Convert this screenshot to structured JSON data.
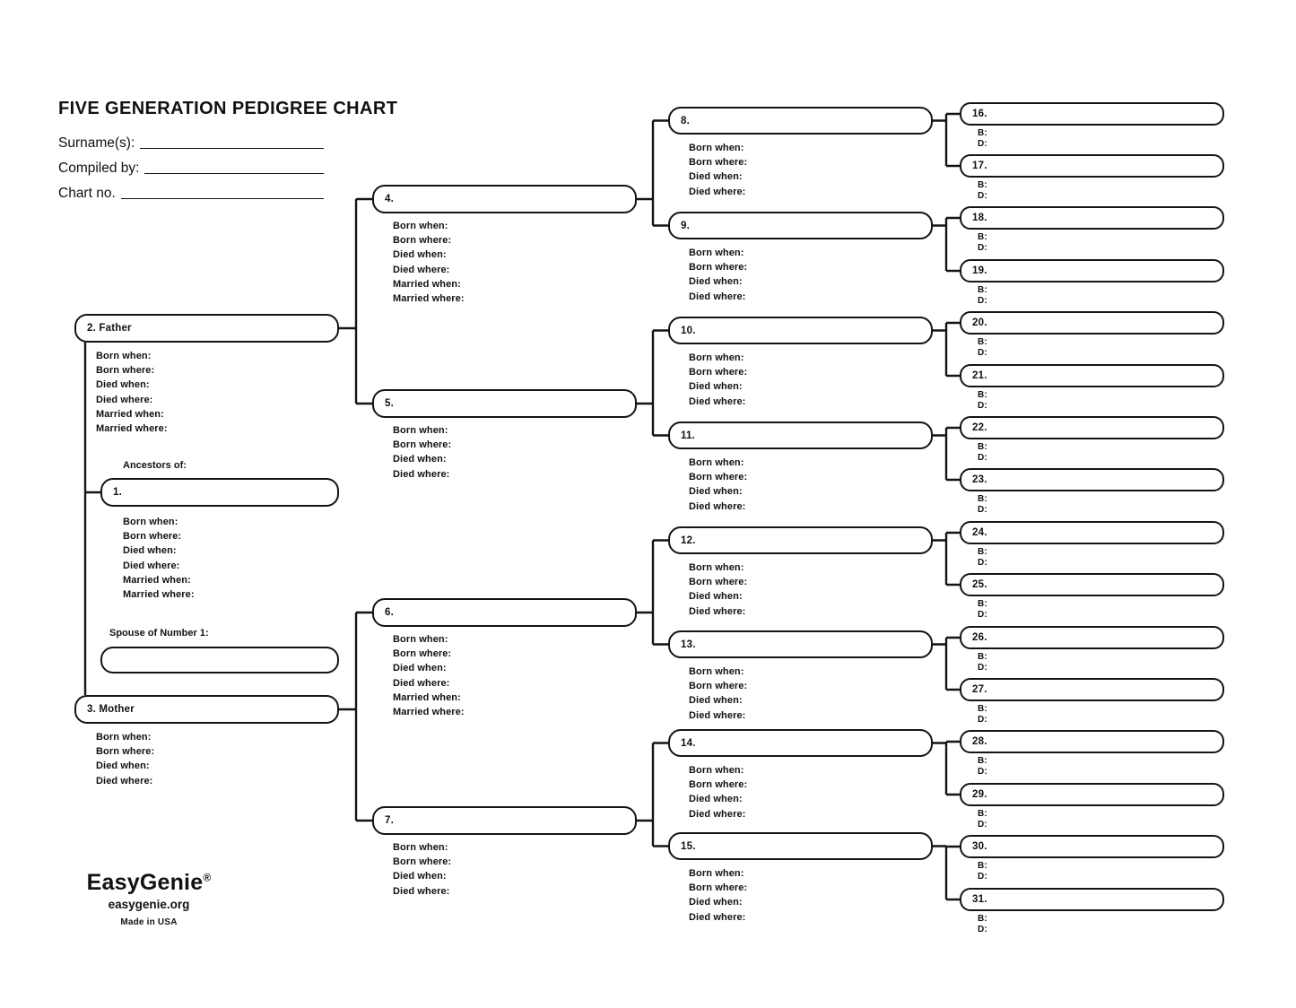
{
  "title": "FIVE GENERATION PEDIGREE CHART",
  "header_fields": [
    {
      "label": "Surname(s):"
    },
    {
      "label": "Compiled by:"
    },
    {
      "label": "Chart no."
    }
  ],
  "labels": {
    "ancestors_of": "Ancestors of:",
    "spouse_of": "Spouse of Number 1:"
  },
  "footer": {
    "brand": "EasyGenie",
    "registered_mark": "®",
    "site": "easygenie.org",
    "made_in": "Made in USA"
  },
  "colors": {
    "ink": "#141414",
    "background": "#ffffff"
  },
  "persons": {
    "1": {
      "label": "1.",
      "details": [
        "Born when:",
        "Born where:",
        "Died when:",
        "Died where:",
        "Married when:",
        "Married where:"
      ]
    },
    "spouse": {
      "label": "",
      "details": []
    },
    "2": {
      "label": "2. Father",
      "details": [
        "Born when:",
        "Born where:",
        "Died when:",
        "Died where:",
        "Married when:",
        "Married where:"
      ]
    },
    "3": {
      "label": "3. Mother",
      "details": [
        "Born when:",
        "Born where:",
        "Died when:",
        "Died where:"
      ]
    },
    "4": {
      "label": "4.",
      "details": [
        "Born when:",
        "Born where:",
        "Died when:",
        "Died where:",
        "Married when:",
        "Married where:"
      ]
    },
    "5": {
      "label": "5.",
      "details": [
        "Born when:",
        "Born where:",
        "Died when:",
        "Died where:"
      ]
    },
    "6": {
      "label": "6.",
      "details": [
        "Born when:",
        "Born where:",
        "Died when:",
        "Died where:",
        "Married when:",
        "Married where:"
      ]
    },
    "7": {
      "label": "7.",
      "details": [
        "Born when:",
        "Born where:",
        "Died when:",
        "Died where:"
      ]
    },
    "8": {
      "label": "8.",
      "details": [
        "Born when:",
        "Born where:",
        "Died when:",
        "Died where:"
      ]
    },
    "9": {
      "label": "9.",
      "details": [
        "Born when:",
        "Born where:",
        "Died when:",
        "Died where:"
      ]
    },
    "10": {
      "label": "10.",
      "details": [
        "Born when:",
        "Born where:",
        "Died when:",
        "Died where:"
      ]
    },
    "11": {
      "label": "11.",
      "details": [
        "Born when:",
        "Born where:",
        "Died when:",
        "Died where:"
      ]
    },
    "12": {
      "label": "12.",
      "details": [
        "Born when:",
        "Born where:",
        "Died when:",
        "Died where:"
      ]
    },
    "13": {
      "label": "13.",
      "details": [
        "Born when:",
        "Born where:",
        "Died when:",
        "Died where:"
      ]
    },
    "14": {
      "label": "14.",
      "details": [
        "Born when:",
        "Born where:",
        "Died when:",
        "Died where:"
      ]
    },
    "15": {
      "label": "15.",
      "details": [
        "Born when:",
        "Born where:",
        "Died when:",
        "Died where:"
      ]
    },
    "16": {
      "label": "16.",
      "details": [
        "B:",
        "D:"
      ]
    },
    "17": {
      "label": "17.",
      "details": [
        "B:",
        "D:"
      ]
    },
    "18": {
      "label": "18.",
      "details": [
        "B:",
        "D:"
      ]
    },
    "19": {
      "label": "19.",
      "details": [
        "B:",
        "D:"
      ]
    },
    "20": {
      "label": "20.",
      "details": [
        "B:",
        "D:"
      ]
    },
    "21": {
      "label": "21.",
      "details": [
        "B:",
        "D:"
      ]
    },
    "22": {
      "label": "22.",
      "details": [
        "B:",
        "D:"
      ]
    },
    "23": {
      "label": "23.",
      "details": [
        "B:",
        "D:"
      ]
    },
    "24": {
      "label": "24.",
      "details": [
        "B:",
        "D:"
      ]
    },
    "25": {
      "label": "25.",
      "details": [
        "B:",
        "D:"
      ]
    },
    "26": {
      "label": "26.",
      "details": [
        "B:",
        "D:"
      ]
    },
    "27": {
      "label": "27.",
      "details": [
        "B:",
        "D:"
      ]
    },
    "28": {
      "label": "28.",
      "details": [
        "B:",
        "D:"
      ]
    },
    "29": {
      "label": "29.",
      "details": [
        "B:",
        "D:"
      ]
    },
    "30": {
      "label": "30.",
      "details": [
        "B:",
        "D:"
      ]
    },
    "31": {
      "label": "31.",
      "details": [
        "B:",
        "D:"
      ]
    }
  }
}
